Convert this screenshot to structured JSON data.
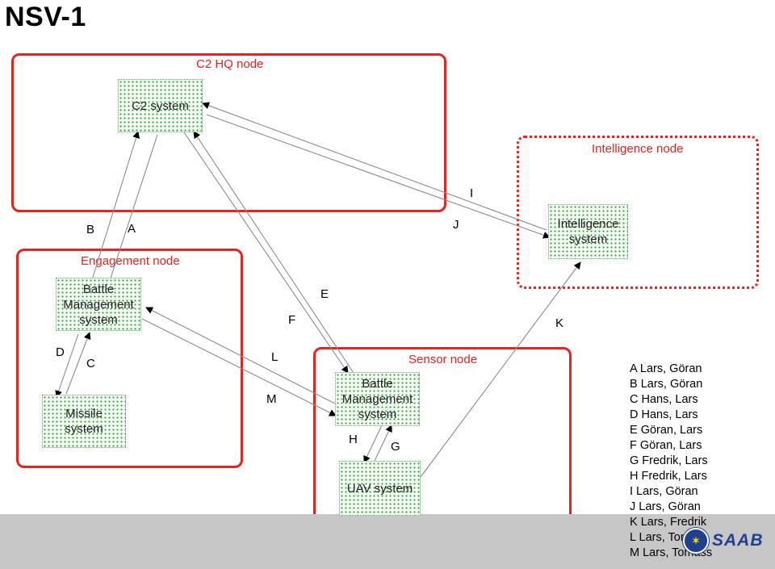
{
  "title": "NSV-1",
  "nodes": {
    "c2hq": "C2 HQ node",
    "intelligence": "Intelligence node",
    "engagement": "Engagement node",
    "sensor": "Sensor node"
  },
  "systems": {
    "c2": "C2 system",
    "intelligence": "Intelligence system",
    "bms_engagement": "Battle Management system",
    "missile": "Missile system",
    "bms_sensor": "Battle Management system",
    "uav": "UAV system"
  },
  "link_labels": {
    "A": "A",
    "B": "B",
    "C": "C",
    "D": "D",
    "E": "E",
    "F": "F",
    "G": "G",
    "H": "H",
    "I": "I",
    "J": "J",
    "K": "K",
    "L": "L",
    "M": "M"
  },
  "legend": [
    "A  Lars, Göran",
    "B  Lars, Göran",
    "C  Hans, Lars",
    "D  Hans, Lars",
    "E  Göran, Lars",
    "F  Göran, Lars",
    "G  Fredrik, Lars",
    "H  Fredrik, Lars",
    "I   Lars, Göran",
    "J   Lars, Göran",
    "K  Lars, Fredrik",
    "L  Lars, Tomass",
    "M Lars, Tomass"
  ],
  "logo": {
    "text": "SAAB",
    "icon": "saab-roundel-icon"
  },
  "colors": {
    "node_border": "#e8231f",
    "system_dots": "#2e9a3a",
    "footer": "#c7c7c7",
    "logo": "#1f3f8f"
  }
}
